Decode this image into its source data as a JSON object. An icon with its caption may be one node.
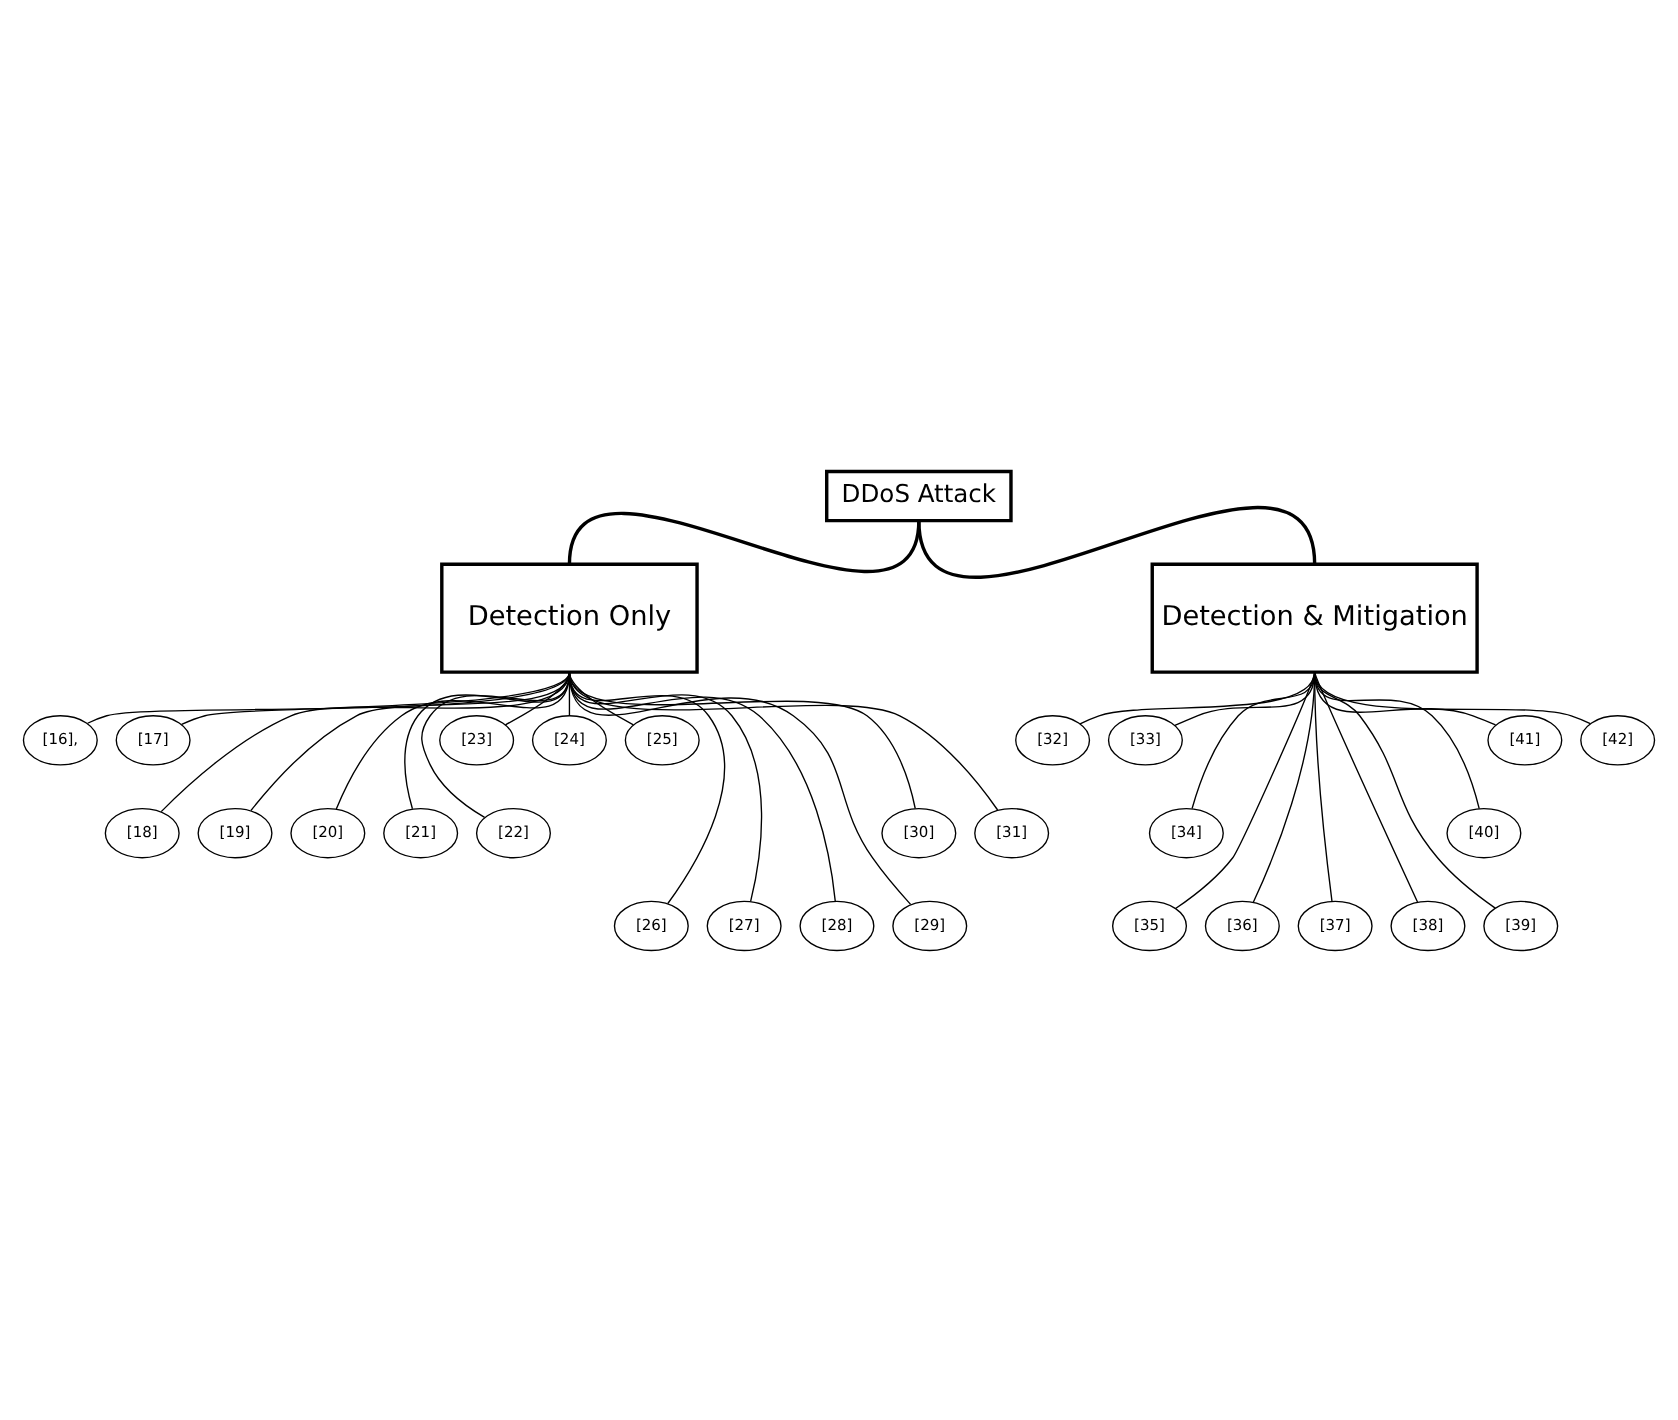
{
  "diagram": {
    "nodes": [
      {
        "text": [
          "DDoS Attack"
        ]
      },
      {
        "text": [
          "Detection Only"
        ]
      },
      {
        "text": [
          "Detection & Mitigation"
        ]
      },
      {
        "text": [
          "[16],"
        ]
      },
      {
        "text": [
          "[17]"
        ]
      },
      {
        "text": [
          "[18]"
        ]
      },
      {
        "text": [
          "[19]"
        ]
      },
      {
        "text": [
          "[20]"
        ]
      },
      {
        "text": [
          "[21]"
        ]
      },
      {
        "text": [
          "[22]"
        ]
      },
      {
        "text": [
          "[23]"
        ]
      },
      {
        "text": [
          "[24]"
        ]
      },
      {
        "text": [
          "[25]"
        ]
      },
      {
        "text": [
          "[26]"
        ]
      },
      {
        "text": [
          "[27]"
        ]
      },
      {
        "text": [
          "[28]"
        ]
      },
      {
        "text": [
          "[29]"
        ]
      },
      {
        "text": [
          "[30]"
        ]
      },
      {
        "text": [
          "[31]"
        ]
      },
      {
        "text": [
          "[32]"
        ]
      },
      {
        "text": [
          "[33]"
        ]
      },
      {
        "text": [
          "[34]"
        ]
      },
      {
        "text": [
          "[35]"
        ]
      },
      {
        "text": [
          "[36]"
        ]
      },
      {
        "text": [
          "[37]"
        ]
      },
      {
        "text": [
          "[38]"
        ]
      },
      {
        "text": [
          "[39]"
        ]
      },
      {
        "text": [
          "[40]"
        ]
      },
      {
        "text": [
          "[41]"
        ]
      },
      {
        "text": [
          "[42]"
        ]
      }
    ],
    "edges": [
      {
        "from": 0,
        "to": 1,
        "arrow": "none"
      },
      {
        "from": 0,
        "to": 2,
        "arrow": "none"
      },
      {
        "from": 1,
        "to": 3,
        "arrow": "none"
      },
      {
        "from": 1,
        "to": 4,
        "arrow": "none"
      },
      {
        "from": 1,
        "to": 5,
        "arrow": "none"
      },
      {
        "from": 1,
        "to": 6,
        "arrow": "none"
      },
      {
        "from": 1,
        "to": 7,
        "arrow": "none"
      },
      {
        "from": 1,
        "to": 8,
        "arrow": "none"
      },
      {
        "from": 1,
        "to": 9,
        "arrow": "none"
      },
      {
        "from": 1,
        "to": 10,
        "arrow": "none"
      },
      {
        "from": 1,
        "to": 11,
        "arrow": "none"
      },
      {
        "from": 1,
        "to": 12,
        "arrow": "none"
      },
      {
        "from": 1,
        "to": 13,
        "arrow": "none"
      },
      {
        "from": 1,
        "to": 14,
        "arrow": "none"
      },
      {
        "from": 1,
        "to": 15,
        "arrow": "none"
      },
      {
        "from": 1,
        "to": 16,
        "arrow": "none"
      },
      {
        "from": 1,
        "to": 17,
        "arrow": "none"
      },
      {
        "from": 1,
        "to": 18,
        "arrow": "none"
      },
      {
        "from": 2,
        "to": 19,
        "arrow": "none"
      },
      {
        "from": 2,
        "to": 20,
        "arrow": "none"
      },
      {
        "from": 2,
        "to": 21,
        "arrow": "none"
      },
      {
        "from": 2,
        "to": 22,
        "arrow": "none"
      },
      {
        "from": 2,
        "to": 23,
        "arrow": "none"
      },
      {
        "from": 2,
        "to": 24,
        "arrow": "none"
      },
      {
        "from": 2,
        "to": 25,
        "arrow": "none"
      },
      {
        "from": 2,
        "to": 26,
        "arrow": "none"
      },
      {
        "from": 2,
        "to": 27,
        "arrow": "none"
      },
      {
        "from": 2,
        "to": 28,
        "arrow": "none"
      },
      {
        "from": 2,
        "to": 29,
        "arrow": "none"
      }
    ]
  }
}
